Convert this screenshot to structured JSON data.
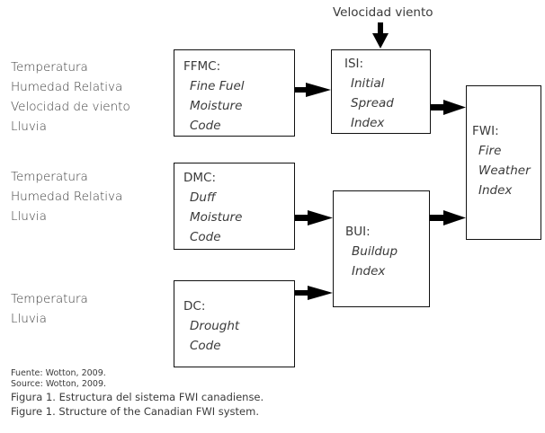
{
  "diagram": {
    "input_groups": [
      {
        "items": [
          "Temperatura",
          "Humedad Relativa",
          "Velocidad de viento",
          "Lluvia"
        ]
      },
      {
        "items": [
          "Temperatura",
          "Humedad Relativa",
          "Lluvia"
        ]
      },
      {
        "items": [
          "Temperatura",
          "Lluvia"
        ]
      }
    ],
    "boxes": {
      "ffmc": {
        "code": "FFMC:",
        "desc": [
          "Fine Fuel",
          "Moisture",
          "Code"
        ]
      },
      "dmc": {
        "code": "DMC:",
        "desc": [
          "Duff",
          "Moisture",
          "Code"
        ]
      },
      "dc": {
        "code": "DC:",
        "desc": [
          "Drought",
          "Code"
        ]
      },
      "isi": {
        "code": "ISI:",
        "desc": [
          "Initial",
          "Spread",
          "Index"
        ]
      },
      "bui": {
        "code": "BUI:",
        "desc": [
          "Buildup",
          "Index"
        ]
      },
      "fwi": {
        "code": "FWI:",
        "desc": [
          "Fire",
          "Weather",
          "Index"
        ]
      }
    },
    "wind_label": "Velocidad viento",
    "edges": [
      {
        "from": "ffmc",
        "to": "isi"
      },
      {
        "from": "wind",
        "to": "isi"
      },
      {
        "from": "dmc",
        "to": "bui"
      },
      {
        "from": "dc",
        "to": "bui"
      },
      {
        "from": "isi",
        "to": "fwi"
      },
      {
        "from": "bui",
        "to": "fwi"
      }
    ]
  },
  "notes": {
    "source_es": "Fuente: Wotton, 2009.",
    "source_en": "Source: Wotton, 2009.",
    "caption_es": "Figura 1. Estructura del sistema FWI canadiense.",
    "caption_en": "Figure 1. Structure of the Canadian FWI system."
  }
}
